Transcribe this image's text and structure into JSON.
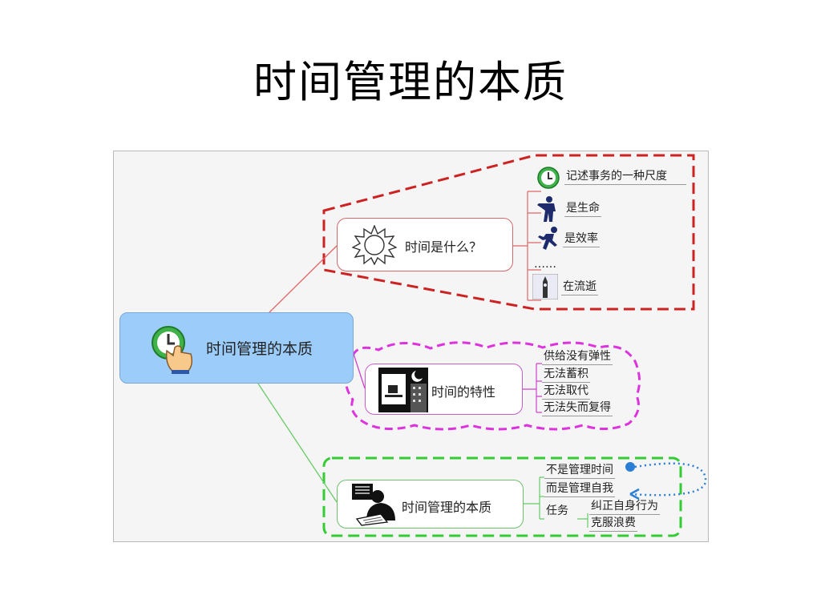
{
  "slide": {
    "title": "时间管理的本质"
  },
  "central": {
    "label": "时间管理的本质",
    "icon": "clock-hand-icon"
  },
  "branches": [
    {
      "label": "时间是什么？",
      "icon": "sun-icon",
      "color": "#e06666",
      "frame_color": "#cc2222",
      "children": [
        {
          "label": "记述事务的一种尺度",
          "icon": "clock-icon"
        },
        {
          "label": "是生命",
          "icon": "pointing-man-icon"
        },
        {
          "label": "是效率",
          "icon": "running-man-icon"
        },
        {
          "label": "……"
        },
        {
          "label": "在流逝",
          "icon": "tower-icon"
        }
      ]
    },
    {
      "label": "时间的特性",
      "icon": "night-office-icon",
      "color": "#cc44cc",
      "frame_color": "#dd33dd",
      "children": [
        {
          "label": "供给没有弹性"
        },
        {
          "label": "无法蓄积"
        },
        {
          "label": "无法取代"
        },
        {
          "label": "无法失而复得"
        }
      ]
    },
    {
      "label": "时间管理的本质",
      "icon": "thinking-person-icon",
      "color": "#66cc66",
      "frame_color": "#33cc33",
      "children": [
        {
          "label": "不是管理时间"
        },
        {
          "label": "而是管理自我"
        },
        {
          "label": "任务",
          "children": [
            {
              "label": "纠正自身行为"
            },
            {
              "label": "克服浪费"
            }
          ]
        }
      ],
      "link_color": "#2a7fd4"
    }
  ]
}
